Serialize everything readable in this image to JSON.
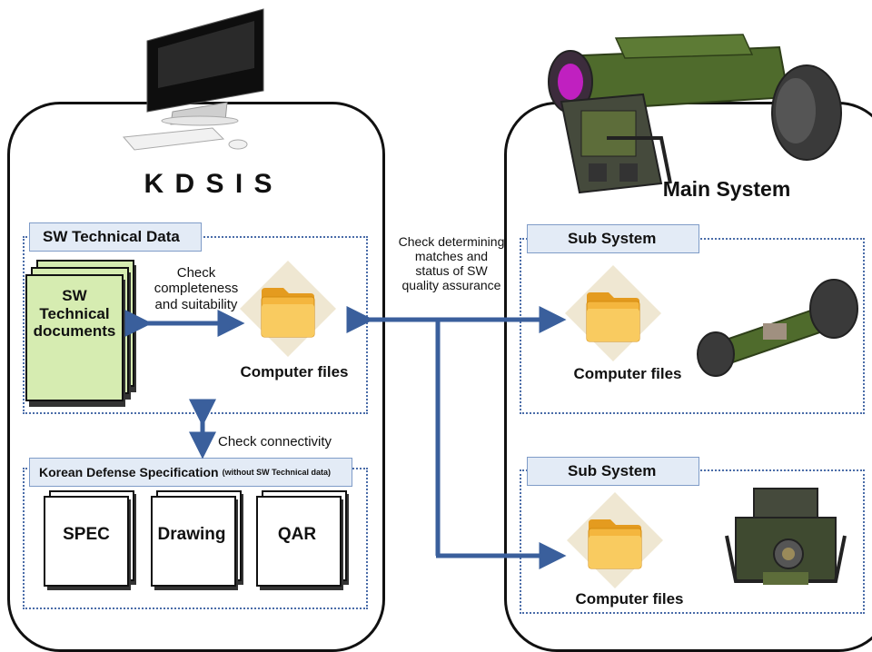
{
  "kdsis": {
    "title": "K D S I S",
    "sw_technical_data": {
      "header": "SW Technical Data",
      "documents_label": "SW Technical documents",
      "check_label": "Check completeness and suitability",
      "files_label": "Computer files"
    },
    "connectivity_label": "Check connectivity",
    "spec_box": {
      "header_main": "Korean Defense Specification",
      "header_sub": "(without SW Technical data)",
      "docs": [
        "SPEC",
        "Drawing",
        "QAR"
      ]
    }
  },
  "center_label": "Check determining matches and status of SW quality assurance",
  "main_system": {
    "title": "Main System",
    "subsystems": [
      {
        "header": "Sub System",
        "files_label": "Computer files"
      },
      {
        "header": "Sub System",
        "files_label": "Computer files"
      }
    ]
  },
  "colors": {
    "arrow": "#3a5f9c",
    "dotted_border": "#4a6ca8",
    "header_fill": "#e3ebf6",
    "document_green": "#d6ecb1",
    "folder": "#f4b63e",
    "weapon_green": "#4f6b2c"
  }
}
